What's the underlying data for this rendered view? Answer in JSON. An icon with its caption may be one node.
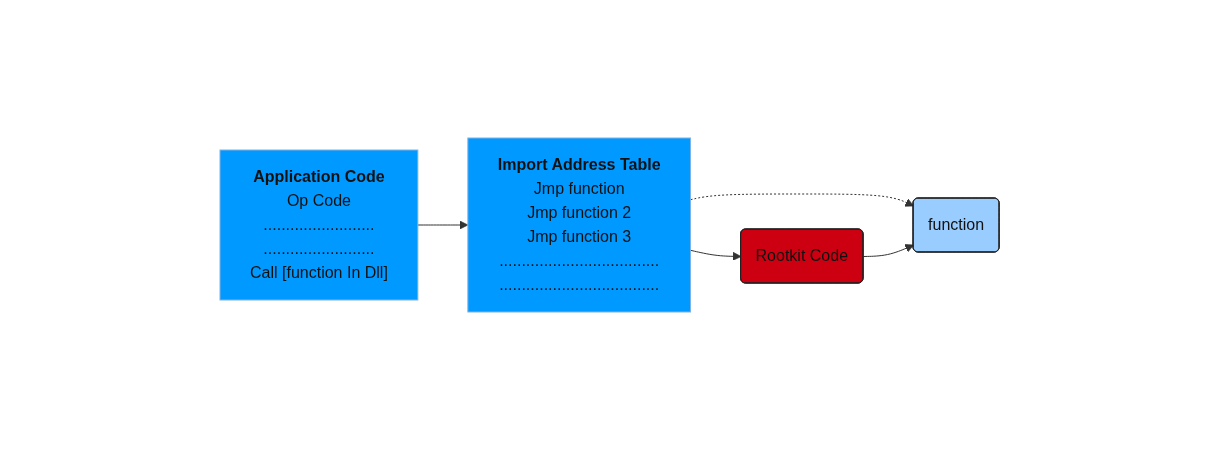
{
  "diagram": {
    "nodes": [
      {
        "text": [
          "Application Code",
          "Op Code",
          ".........................",
          ".........................",
          "Call [function In Dll]"
        ]
      },
      {
        "text": [
          "Import Address Table",
          "Jmp function",
          "Jmp function 2",
          "Jmp function 3",
          "....................................",
          "...................................."
        ]
      },
      {
        "text": [
          "function"
        ]
      },
      {
        "text": [
          "Rootkit Code"
        ]
      }
    ],
    "edges": [
      {
        "from": 0,
        "to": 1,
        "arrow": "to"
      },
      {
        "from": 1,
        "to": 2,
        "arrow": "to",
        "style": "dashed"
      },
      {
        "from": 1,
        "to": 3,
        "arrow": "to"
      },
      {
        "from": 3,
        "to": 2,
        "arrow": "to"
      }
    ]
  }
}
